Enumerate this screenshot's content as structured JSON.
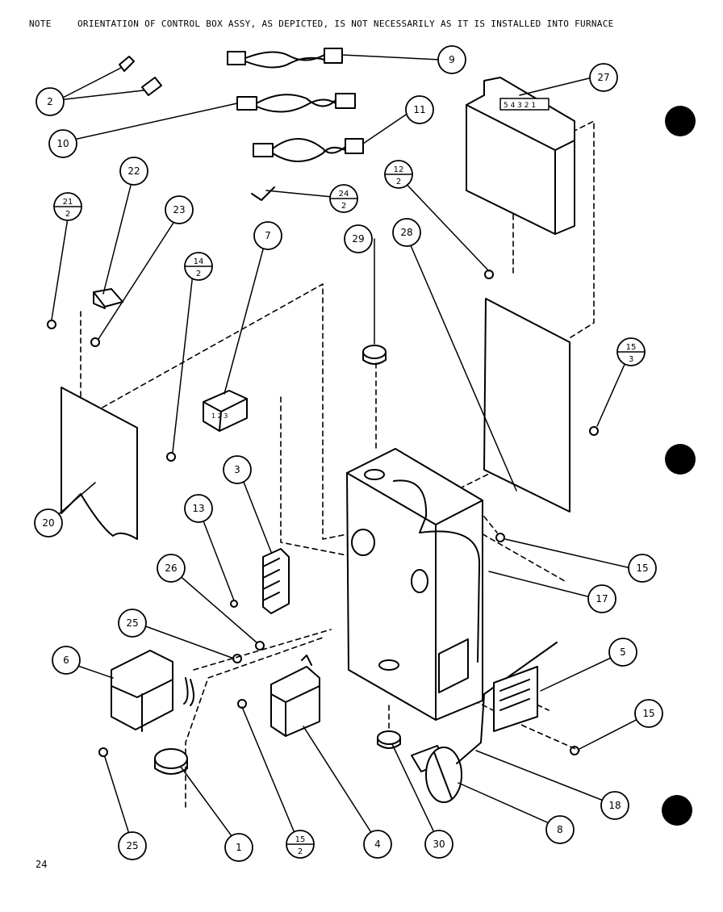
{
  "note": {
    "label": "NOTE",
    "text": "ORIENTATION OF CONTROL BOX ASSY, AS DEPICTED, IS NOT NECESSARILY AS IT IS INSTALLED INTO FURNACE"
  },
  "page_number": "24",
  "callouts": {
    "c2": "2",
    "c9": "9",
    "c10": "10",
    "c11": "11",
    "c27": "27",
    "c22": "22",
    "c23": "23",
    "c21_top": "21",
    "c21_bot": "2",
    "c24_top": "24",
    "c24_bot": "2",
    "c12_top": "12",
    "c12_bot": "2",
    "c14_top": "14",
    "c14_bot": "2",
    "c15a_top": "15",
    "c15a_bot": "3",
    "c15b_top": "15",
    "c15b_bot": "2",
    "c7": "7",
    "c29": "29",
    "c28": "28",
    "c20": "20",
    "c3": "3",
    "c13": "13",
    "c26": "26",
    "c15r1": "15",
    "c17": "17",
    "c25a": "25",
    "c6": "6",
    "c5": "5",
    "c15r2": "15",
    "c25b": "25",
    "c1": "1",
    "c4": "4",
    "c30": "30",
    "c8": "8",
    "c18": "18"
  },
  "part_labels": {
    "relay_face": "1 2 3",
    "board_face": "5 4 3 2 1"
  }
}
